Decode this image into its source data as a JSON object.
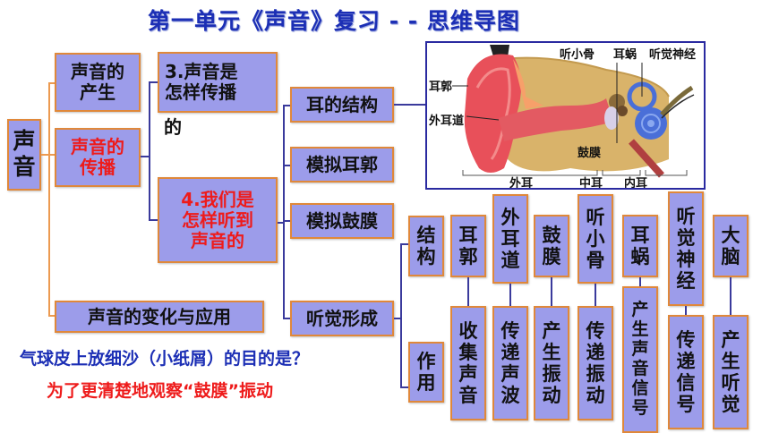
{
  "title": "第一单元《声音》复习 - - 思维导图",
  "root": {
    "label": [
      "声",
      "音"
    ]
  },
  "level1": [
    {
      "label": "声音的\n产生",
      "lines": [
        "声音的",
        "产生"
      ],
      "highlight": false
    },
    {
      "label": "声音的\n传播",
      "lines": [
        "声音的",
        "传播"
      ],
      "highlight": true
    },
    {
      "label": "声音的变化与应用",
      "highlight": false
    }
  ],
  "level2": [
    {
      "lines": [
        "3.声音是",
        "怎样传播"
      ],
      "overflow": "的",
      "highlight": false
    },
    {
      "lines": [
        "4.我们是",
        "怎样听到",
        "声音的"
      ],
      "highlight": true
    }
  ],
  "level3": [
    {
      "label": "耳的结构"
    },
    {
      "label": "模拟耳郭"
    },
    {
      "label": "模拟鼓膜"
    },
    {
      "label": "听觉形成"
    }
  ],
  "ear_diagram": {
    "labels": {
      "pinna": "耳郭",
      "ear_canal": "外耳道",
      "ossicles": "听小骨",
      "cochlea": "耳蜗",
      "auditory_nerve": "听觉神经",
      "eardrum": "鼓膜",
      "outer_ear": "外耳",
      "middle_ear": "中耳",
      "inner_ear": "内耳"
    },
    "colors": {
      "frame": "#2a2aa0",
      "skin": "#e8505a",
      "bone": "#d9b36a",
      "cochlea": "#4a6fd8"
    }
  },
  "hearing_table": {
    "row_headers": [
      {
        "lines": [
          "结",
          "构"
        ]
      },
      {
        "lines": [
          "作",
          "用"
        ]
      }
    ],
    "columns": [
      {
        "structure": [
          "耳",
          "郭"
        ],
        "function": [
          "收",
          "集",
          "声",
          "音"
        ]
      },
      {
        "structure": [
          "外",
          "耳",
          "道"
        ],
        "function": [
          "传",
          "递",
          "声",
          "波"
        ]
      },
      {
        "structure": [
          "鼓",
          "膜"
        ],
        "function": [
          "产",
          "生",
          "振",
          "动"
        ]
      },
      {
        "structure": [
          "听",
          "小",
          "骨"
        ],
        "function": [
          "传",
          "递",
          "振",
          "动"
        ]
      },
      {
        "structure": [
          "耳",
          "蜗"
        ],
        "function": [
          "产",
          "生",
          "声",
          "音",
          "信",
          "号"
        ]
      },
      {
        "structure": [
          "听",
          "觉",
          "神",
          "经"
        ],
        "function": [
          "传",
          "递",
          "信",
          "号"
        ]
      },
      {
        "structure": [
          "大",
          "脑"
        ],
        "function": [
          "产",
          "生",
          "听",
          "觉"
        ]
      }
    ]
  },
  "question": "气球皮上放细沙（小纸屑）的目的是？",
  "answer": "为了更清楚地观察“鼓膜”振动",
  "colors": {
    "box_fill": "#9c9cea",
    "box_border": "#e0883a",
    "title": "#1c2fb5",
    "highlight_text": "#ee1b1b",
    "connector_orange": "#ec9a50",
    "connector_blue": "#3a3a9c"
  }
}
